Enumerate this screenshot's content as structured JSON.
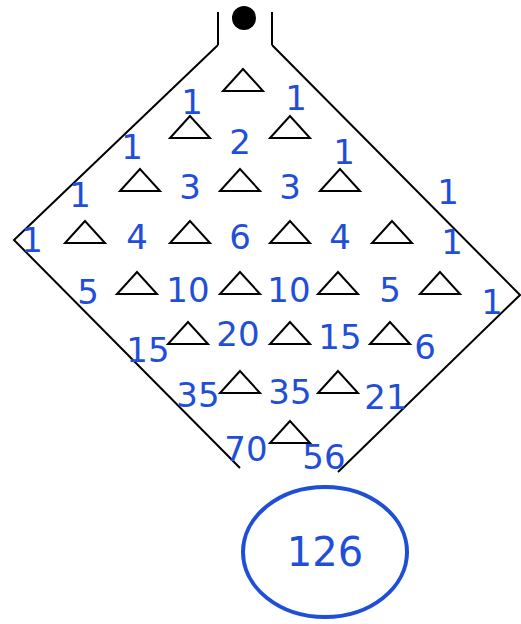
{
  "diagram": {
    "nodes": [
      {
        "text": [
          "126"
        ]
      }
    ],
    "labels": [
      "1",
      "1",
      "1",
      "2",
      "1",
      "1",
      "3",
      "3",
      "1",
      "1",
      "4",
      "6",
      "4",
      "1",
      "5",
      "10",
      "10",
      "5",
      "1",
      "15",
      "20",
      "15",
      "6",
      "35",
      "35",
      "21",
      "70",
      "56"
    ]
  }
}
